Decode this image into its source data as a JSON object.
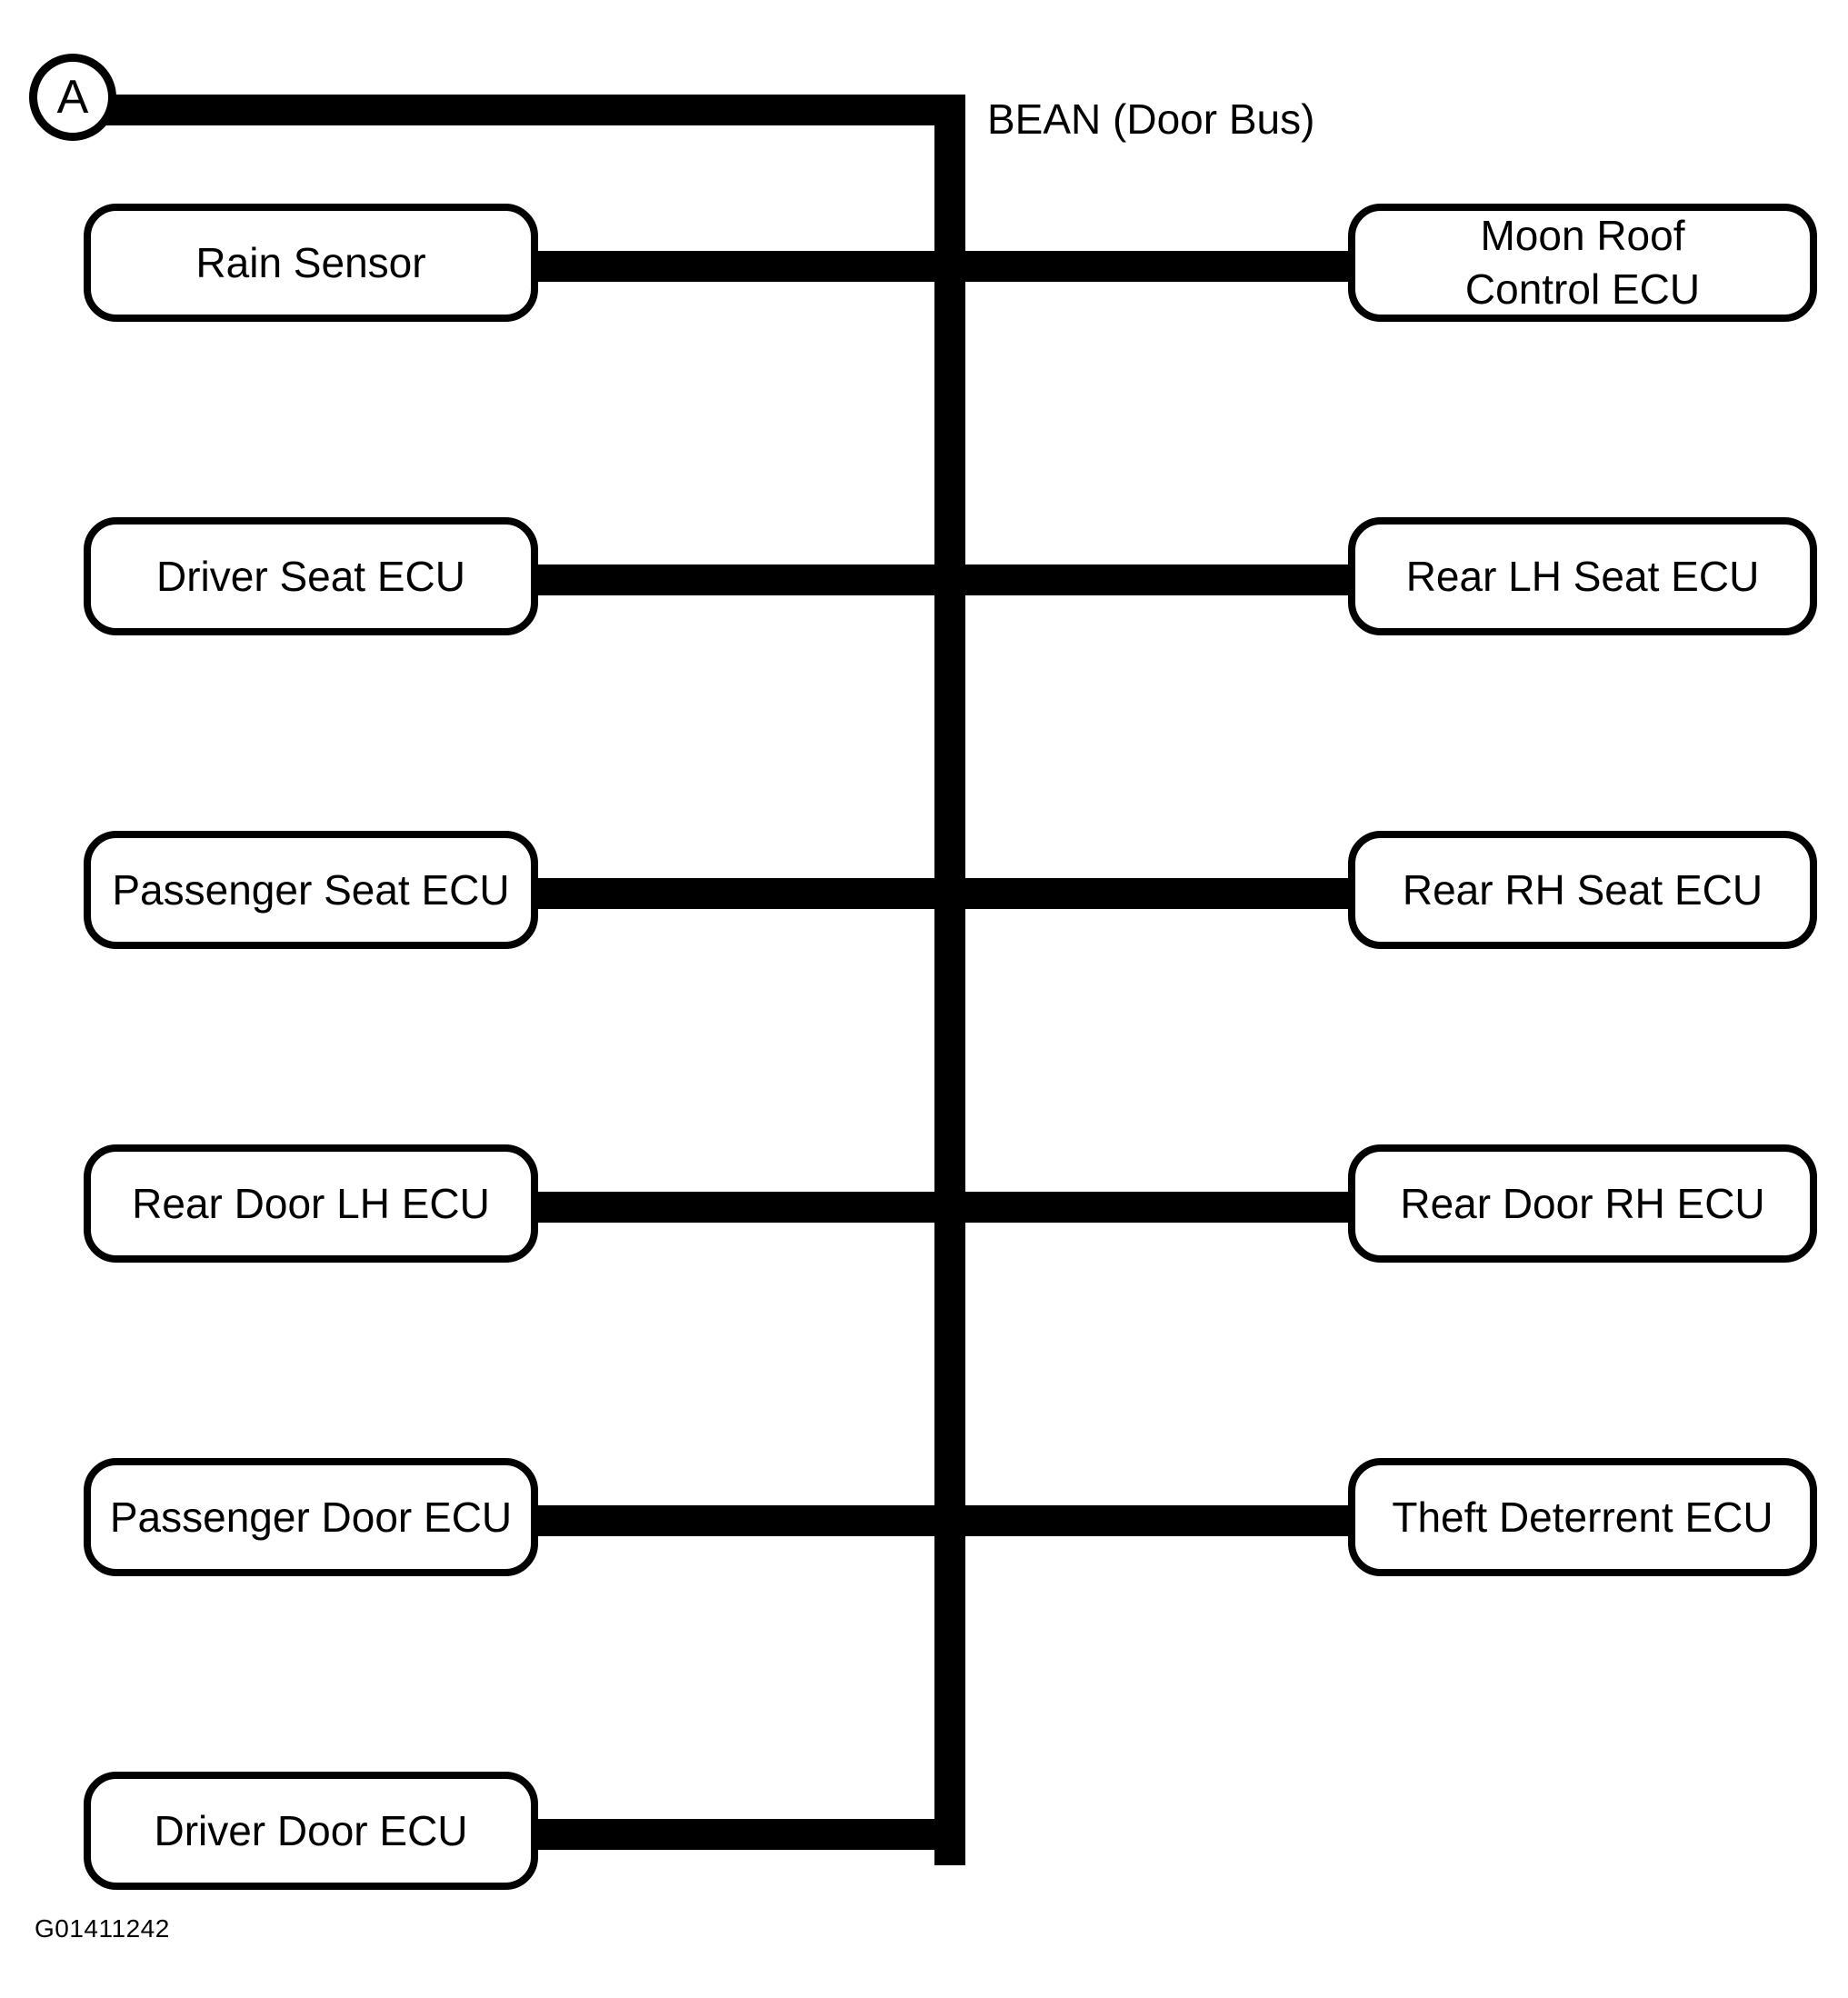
{
  "diagram": {
    "bus_label": "BEAN (Door Bus)",
    "figure_code": "G01411242",
    "splice_marker": "A",
    "line_color": "#000000",
    "background_color": "#ffffff"
  },
  "nodes": {
    "left": [
      {
        "label": "Rain Sensor"
      },
      {
        "label": "Driver Seat ECU"
      },
      {
        "label": "Passenger Seat ECU"
      },
      {
        "label": "Rear Door LH ECU"
      },
      {
        "label": "Passenger Door ECU"
      },
      {
        "label": "Driver Door ECU"
      }
    ],
    "right": [
      {
        "label": "Moon Roof\nControl ECU"
      },
      {
        "label": "Rear LH Seat ECU"
      },
      {
        "label": "Rear RH Seat ECU"
      },
      {
        "label": "Rear Door RH ECU"
      },
      {
        "label": "Theft Deterrent ECU"
      }
    ]
  }
}
